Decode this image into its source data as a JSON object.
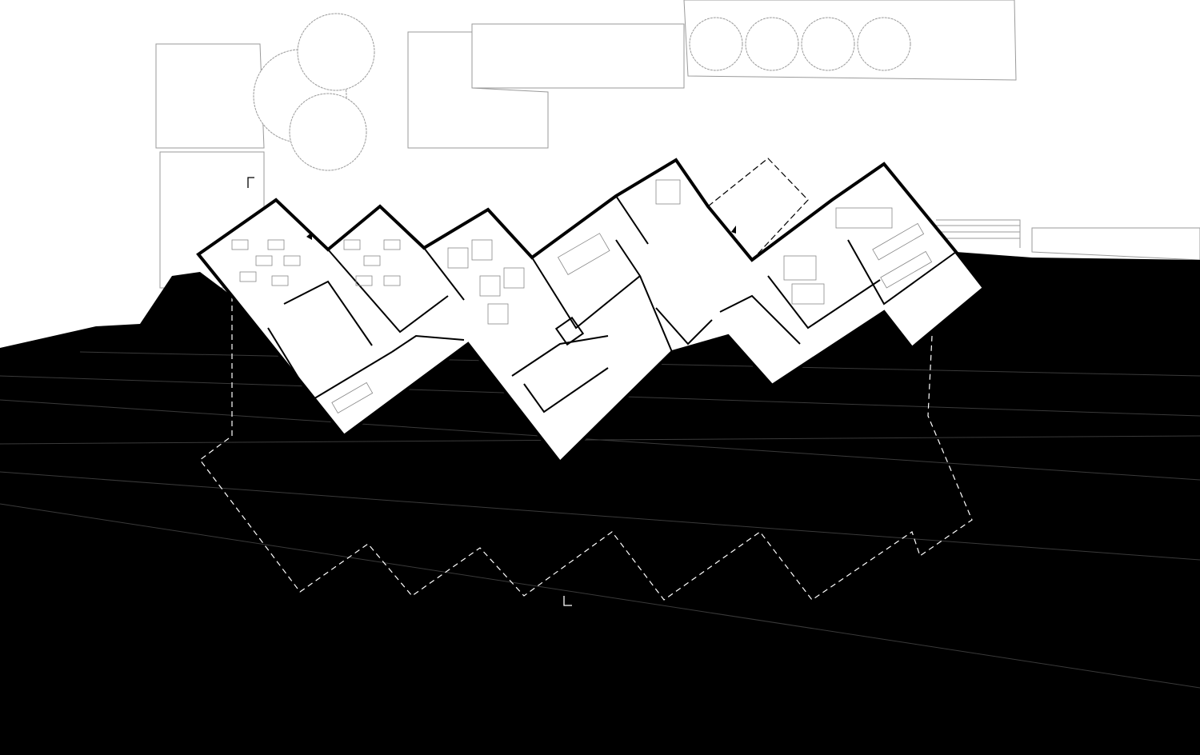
{
  "drawing": {
    "type": "architectural-floor-plan",
    "colors": {
      "ground": "#000000",
      "building": "#ffffff",
      "context_lines": "#9a9a9a",
      "walls": "#000000",
      "footprint_dashed": "#ffffff"
    },
    "icons": [
      "tree-symbol",
      "north-marker",
      "entrance-triangle"
    ]
  }
}
